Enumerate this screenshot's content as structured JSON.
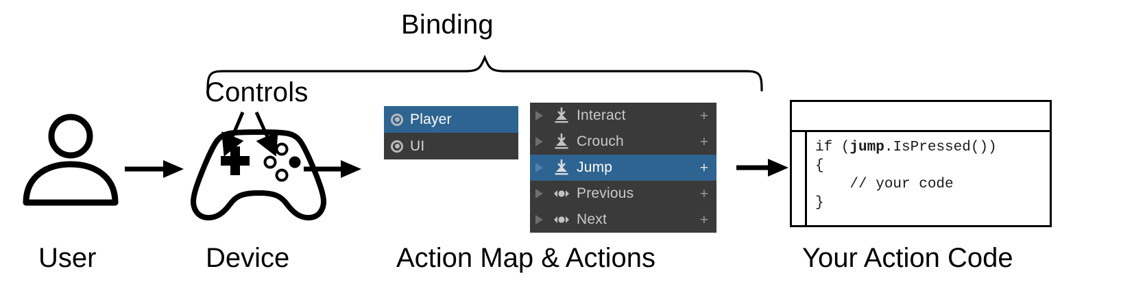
{
  "diagram": {
    "title_brace_label": "Binding",
    "controls_label": "Controls",
    "captions": {
      "user": "User",
      "device": "Device",
      "action_map": "Action Map & Actions",
      "code": "Your Action Code"
    }
  },
  "action_maps": {
    "rows": [
      {
        "label": "Player",
        "icon": "action-map-ring-icon",
        "selected": true
      },
      {
        "label": "UI",
        "icon": "action-map-ring-icon",
        "selected": false
      }
    ]
  },
  "actions": {
    "add_label": "+",
    "rows": [
      {
        "label": "Interact",
        "icon": "button-press-icon",
        "add": "+",
        "selected": false
      },
      {
        "label": "Crouch",
        "icon": "button-press-icon",
        "add": "+",
        "selected": false
      },
      {
        "label": "Jump",
        "icon": "button-press-icon",
        "add": "+",
        "selected": true
      },
      {
        "label": "Previous",
        "icon": "axis-1d-icon",
        "add": "+",
        "selected": false
      },
      {
        "label": "Next",
        "icon": "axis-1d-icon",
        "add": "+",
        "selected": false
      }
    ]
  },
  "code_editor": {
    "lines": [
      {
        "pre": "if (",
        "bold": "jump",
        "post": ".IsPressed())"
      },
      {
        "pre": "{",
        "bold": "",
        "post": ""
      },
      {
        "pre": "    // your code",
        "bold": "",
        "post": ""
      },
      {
        "pre": "}",
        "bold": "",
        "post": ""
      }
    ]
  },
  "colors": {
    "selection_blue": "#2e6491",
    "panel_dark": "#3a3a3a",
    "text_grey": "#c9c9c9",
    "ink": "#000000"
  }
}
